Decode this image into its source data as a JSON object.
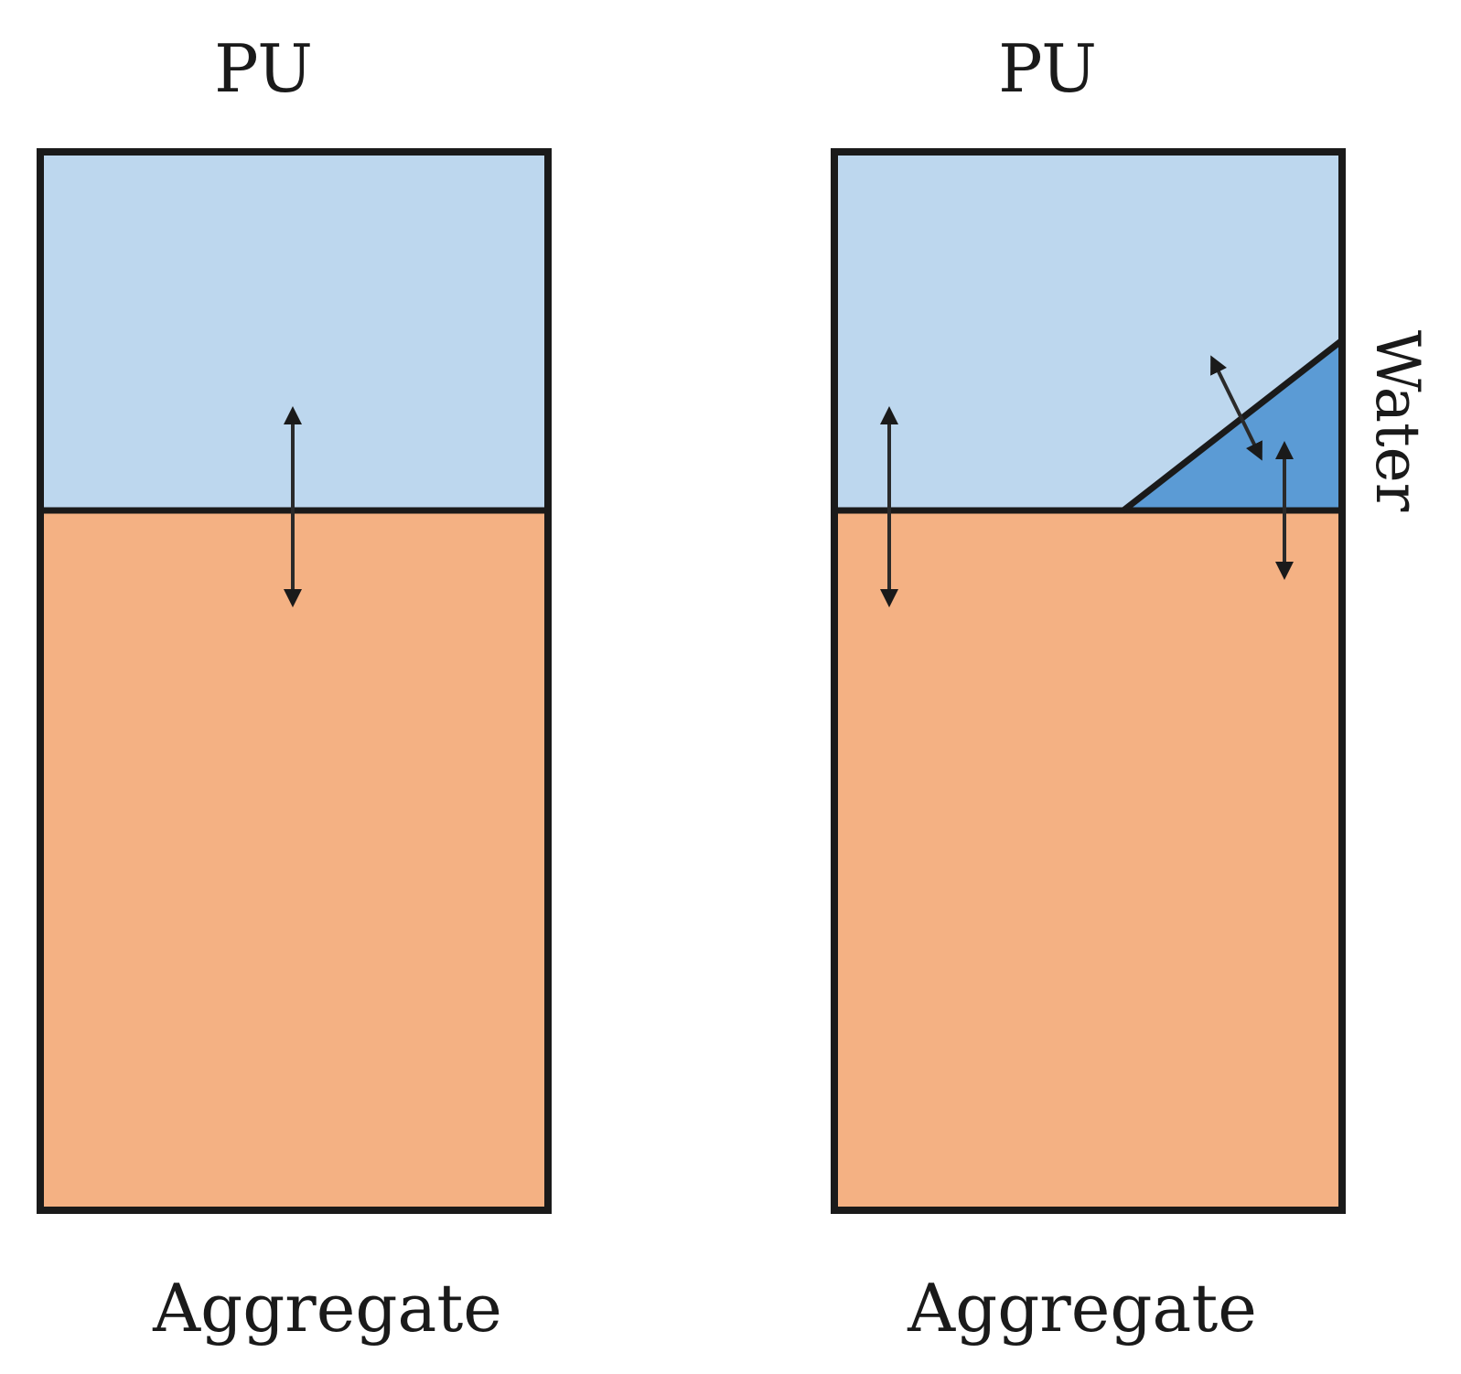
{
  "panels": [
    {
      "top_label": "PU",
      "bottom_label": "Aggregate"
    },
    {
      "top_label": "PU",
      "bottom_label": "Aggregate",
      "side_label": "Water"
    }
  ],
  "colors": {
    "pu": "#bdd7ee",
    "aggregate": "#f4b183",
    "water": "#5b9bd5",
    "outline": "#1a1a1a"
  }
}
